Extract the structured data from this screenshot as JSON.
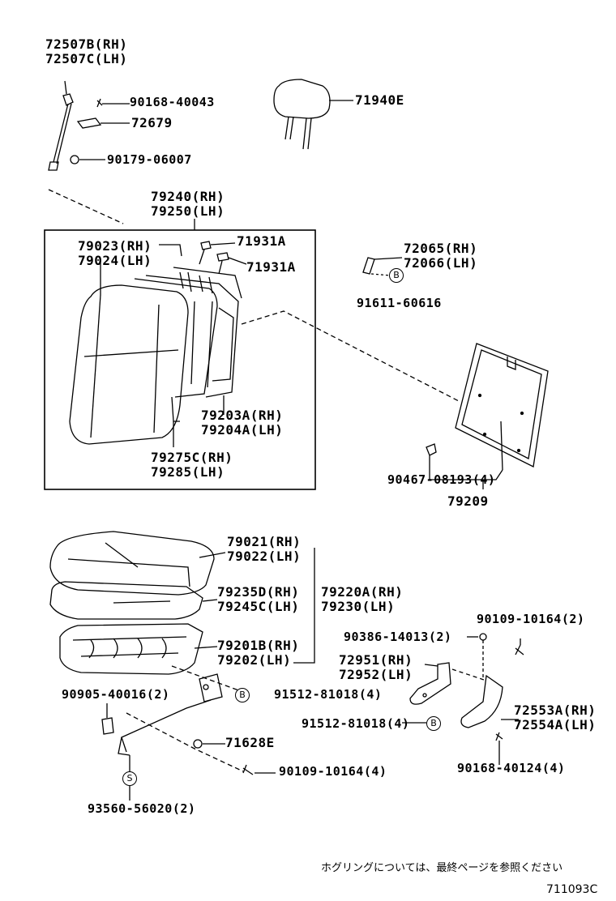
{
  "labels": {
    "l72507b": "72507B(RH)",
    "l72507c": "72507C(LH)",
    "l90168_40043": "90168-40043",
    "l72679": "72679",
    "l90179": "90179-06007",
    "l71940e": "71940E",
    "l79240": "79240(RH)",
    "l79250": "79250(LH)",
    "l79023": "79023(RH)",
    "l79024": "79024(LH)",
    "l71931a_1": "71931A",
    "l71931a_2": "71931A",
    "l72065": "72065(RH)",
    "l72066": "72066(LH)",
    "l91611": "91611-60616",
    "l79203a": "79203A(RH)",
    "l79204a": "79204A(LH)",
    "l79275c": "79275C(RH)",
    "l79285": "79285(LH)",
    "l90467": "90467-08193(4)",
    "l79209": "79209",
    "l79021": "79021(RH)",
    "l79022": "79022(LH)",
    "l79235d": "79235D(RH)",
    "l79245c": "79245C(LH)",
    "l79220a": "79220A(RH)",
    "l79230": "79230(LH)",
    "l90109_2": "90109-10164(2)",
    "l90386": "90386-14013(2)",
    "l79201b": "79201B(RH)",
    "l79202": "79202(LH)",
    "l72951": "72951(RH)",
    "l72952": "72952(LH)",
    "l90905": "90905-40016(2)",
    "l91512_a": "91512-81018(4)",
    "l91512_b": "91512-81018(4)",
    "l72553a": "72553A(RH)",
    "l72554a": "72554A(LH)",
    "l71628e": "71628E",
    "l90168_40124": "90168-40124(4)",
    "l90109_4": "90109-10164(4)",
    "l93560": "93560-56020(2)"
  },
  "markers": {
    "b1": "B",
    "b2": "B",
    "b3": "B",
    "s1": "S"
  },
  "footer": {
    "note": "ホグリングについては、最終ページを参照ください",
    "code": "711093C"
  }
}
